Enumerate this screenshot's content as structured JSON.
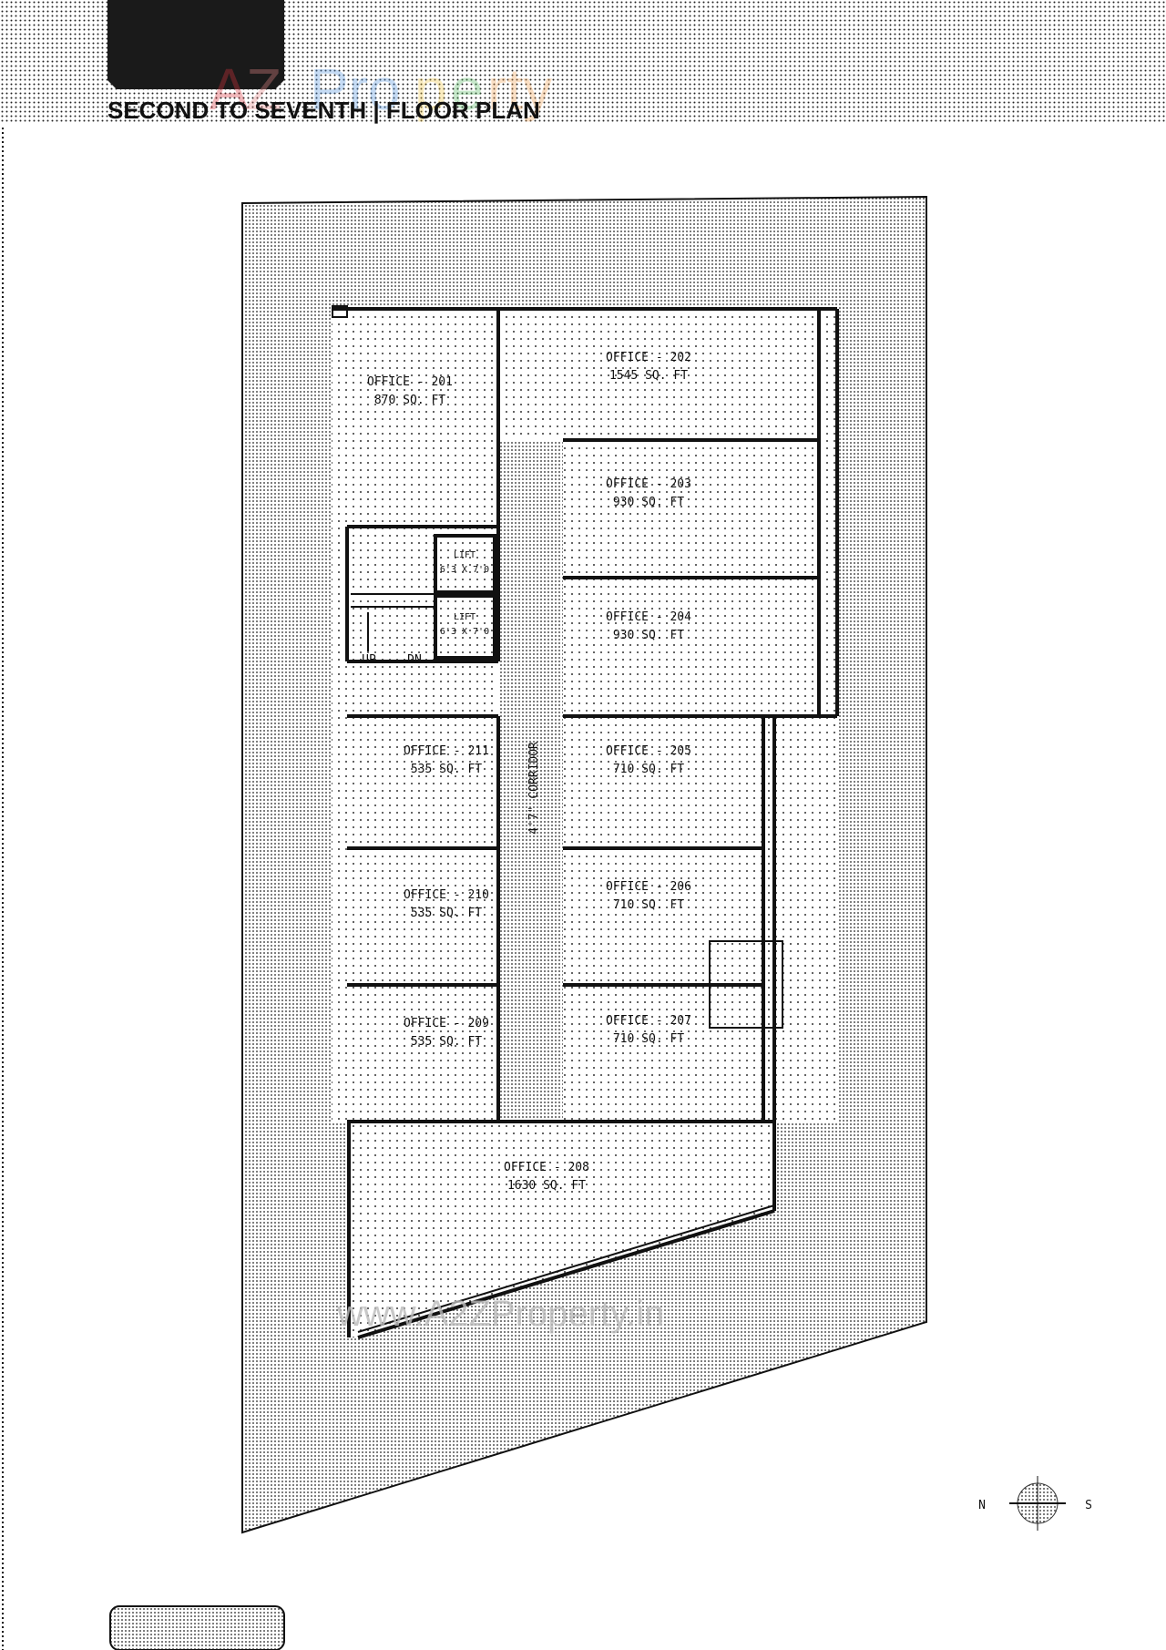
{
  "header": {
    "title": "SECOND TO SEVENTH | FLOOR PLAN",
    "brand_logo_text": "A2Z Property",
    "brand_colors": [
      "#d9363e",
      "#e88a8a",
      "#5b9be0",
      "#f2c94c",
      "#5fbf6a",
      "#f2a65a"
    ]
  },
  "plan": {
    "offices": [
      {
        "name": "OFFICE - 201",
        "area": "870 SQ. FT"
      },
      {
        "name": "OFFICE - 202",
        "area": "1545 SQ. FT"
      },
      {
        "name": "OFFICE - 203",
        "area": "930 SQ. FT"
      },
      {
        "name": "OFFICE - 204",
        "area": "930 SQ. FT"
      },
      {
        "name": "OFFICE - 205",
        "area": "710 SQ. FT"
      },
      {
        "name": "OFFICE - 206",
        "area": "710 SQ. FT"
      },
      {
        "name": "OFFICE - 207",
        "area": "710 SQ. FT"
      },
      {
        "name": "OFFICE - 208",
        "area": "1630 SQ. FT"
      },
      {
        "name": "OFFICE - 209",
        "area": "535 SQ. FT"
      },
      {
        "name": "OFFICE - 210",
        "area": "535 SQ. FT"
      },
      {
        "name": "OFFICE - 211",
        "area": "535 SQ. FT"
      }
    ],
    "lifts": [
      {
        "name": "LIFT",
        "size": "6'3 X 7'0"
      },
      {
        "name": "LIFT",
        "size": "6'3 X 7'0"
      }
    ],
    "stairs": {
      "up": "UP",
      "down": "DN"
    },
    "corridor": "4'7\" CORRIDOR",
    "watermark": "www.A2ZProperty.in"
  },
  "compass": {
    "west": "N",
    "east": "S",
    "icon": "compass-rose-icon"
  }
}
